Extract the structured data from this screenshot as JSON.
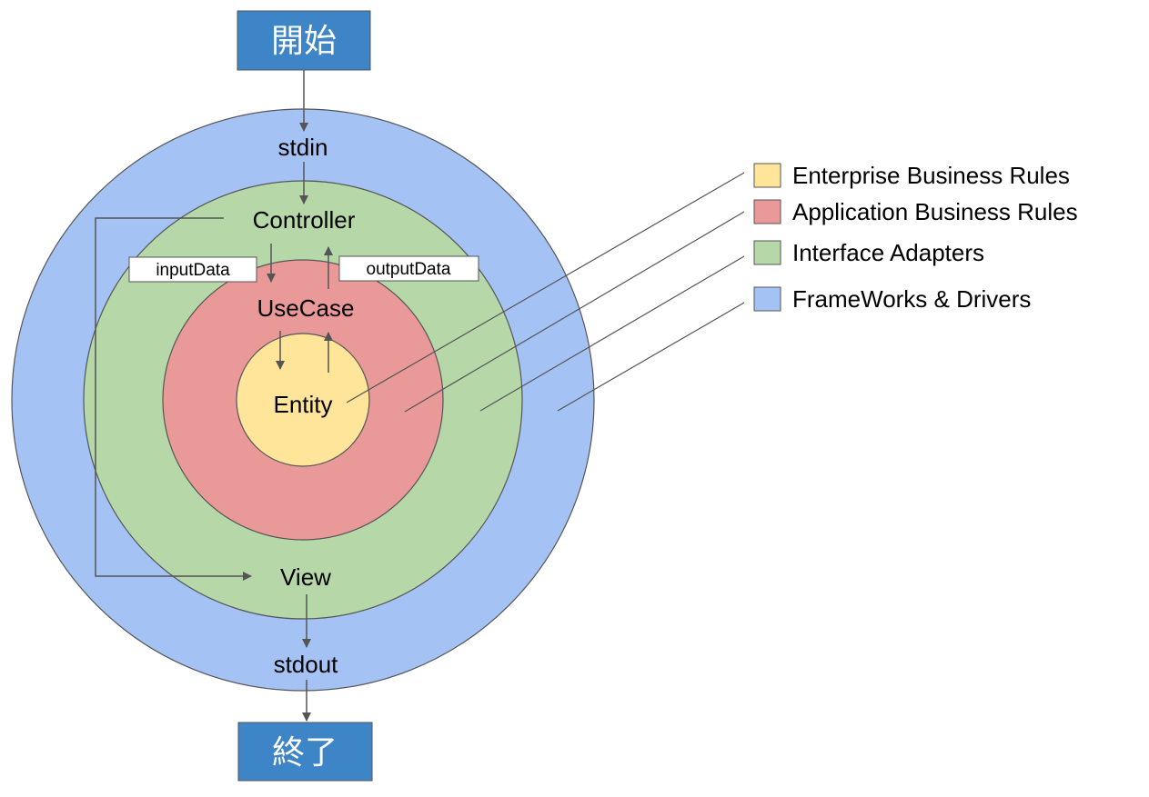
{
  "start_box": {
    "label": "開始"
  },
  "end_box": {
    "label": "終了"
  },
  "rings": {
    "frameworks": {
      "color": "#a4c2f4"
    },
    "interface_adapters": {
      "color": "#b6d7a8"
    },
    "application": {
      "color": "#ea9999"
    },
    "enterprise": {
      "color": "#ffe599"
    }
  },
  "nodes": {
    "stdin": "stdin",
    "controller": "Controller",
    "usecase": "UseCase",
    "entity": "Entity",
    "view": "View",
    "stdout": "stdout"
  },
  "data_labels": {
    "input": "inputData",
    "output": "outputData"
  },
  "legend": [
    {
      "label": "Enterprise Business Rules",
      "color": "#ffe599"
    },
    {
      "label": "Application Business Rules",
      "color": "#ea9999"
    },
    {
      "label": "Interface Adapters",
      "color": "#b6d7a8"
    },
    {
      "label": "FrameWorks & Drivers",
      "color": "#a4c2f4"
    }
  ],
  "colors": {
    "box_fill": "#3d85c6",
    "stroke": "#555555"
  }
}
